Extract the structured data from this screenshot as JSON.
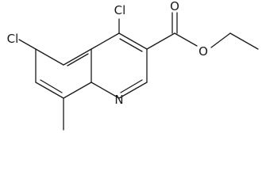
{
  "molecule": {
    "atoms": [
      {
        "id": "cl6",
        "symbol": "Cl"
      },
      {
        "id": "cl4",
        "symbol": "Cl"
      },
      {
        "id": "o_carbonyl",
        "symbol": "O"
      },
      {
        "id": "o_ester",
        "symbol": "O"
      },
      {
        "id": "n1",
        "symbol": "N"
      }
    ]
  }
}
